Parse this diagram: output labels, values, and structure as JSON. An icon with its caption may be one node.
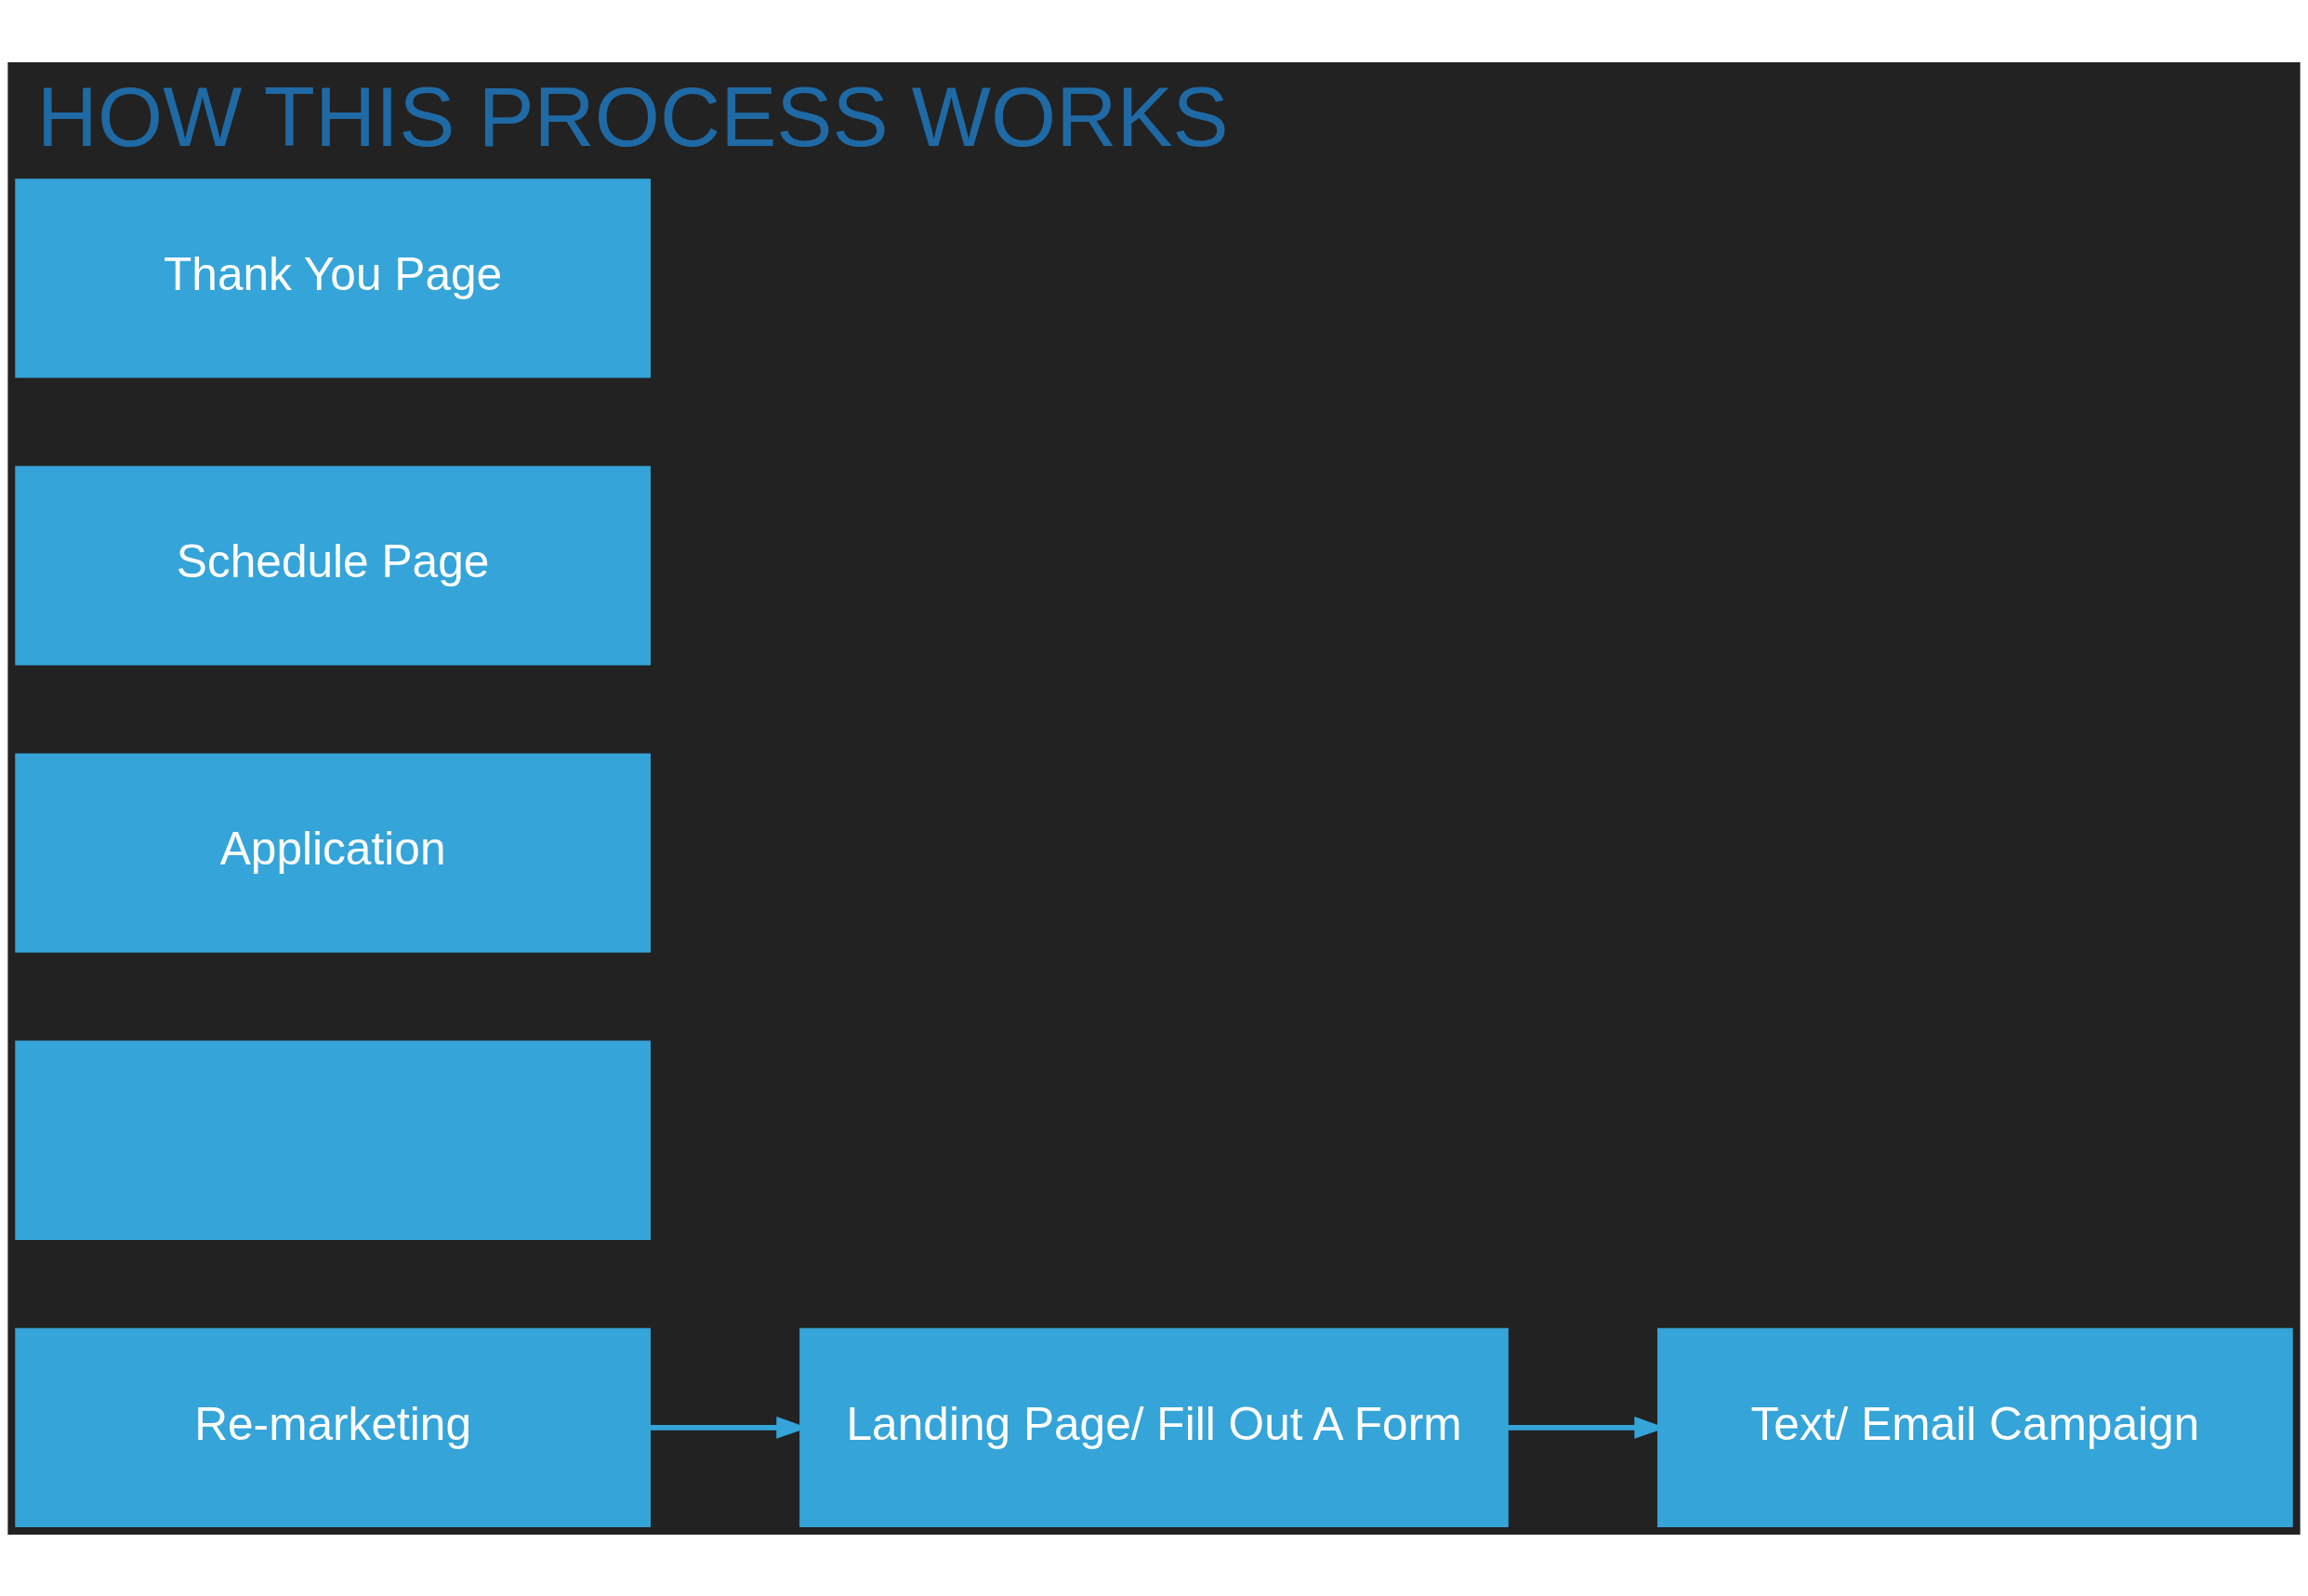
{
  "diagram": {
    "title": "HOW THIS PROCESS WORKS",
    "nodes": [
      {
        "text": [
          "Re-marketing"
        ]
      },
      {
        "text": [],
        "shape": "box"
      },
      {
        "text": [
          "Text/ Email Campaign"
        ]
      },
      {
        "text": [
          "Landing Page/ Fill Out A Form"
        ]
      },
      {
        "text": [
          "Application"
        ]
      },
      {
        "text": [
          "Schedule Page"
        ]
      },
      {
        "text": [
          "Thank You Page"
        ]
      }
    ],
    "edges": [
      {
        "from": 0,
        "to": 3,
        "arrow": "to"
      },
      {
        "from": 3,
        "to": 2,
        "arrow": "to"
      }
    ]
  }
}
